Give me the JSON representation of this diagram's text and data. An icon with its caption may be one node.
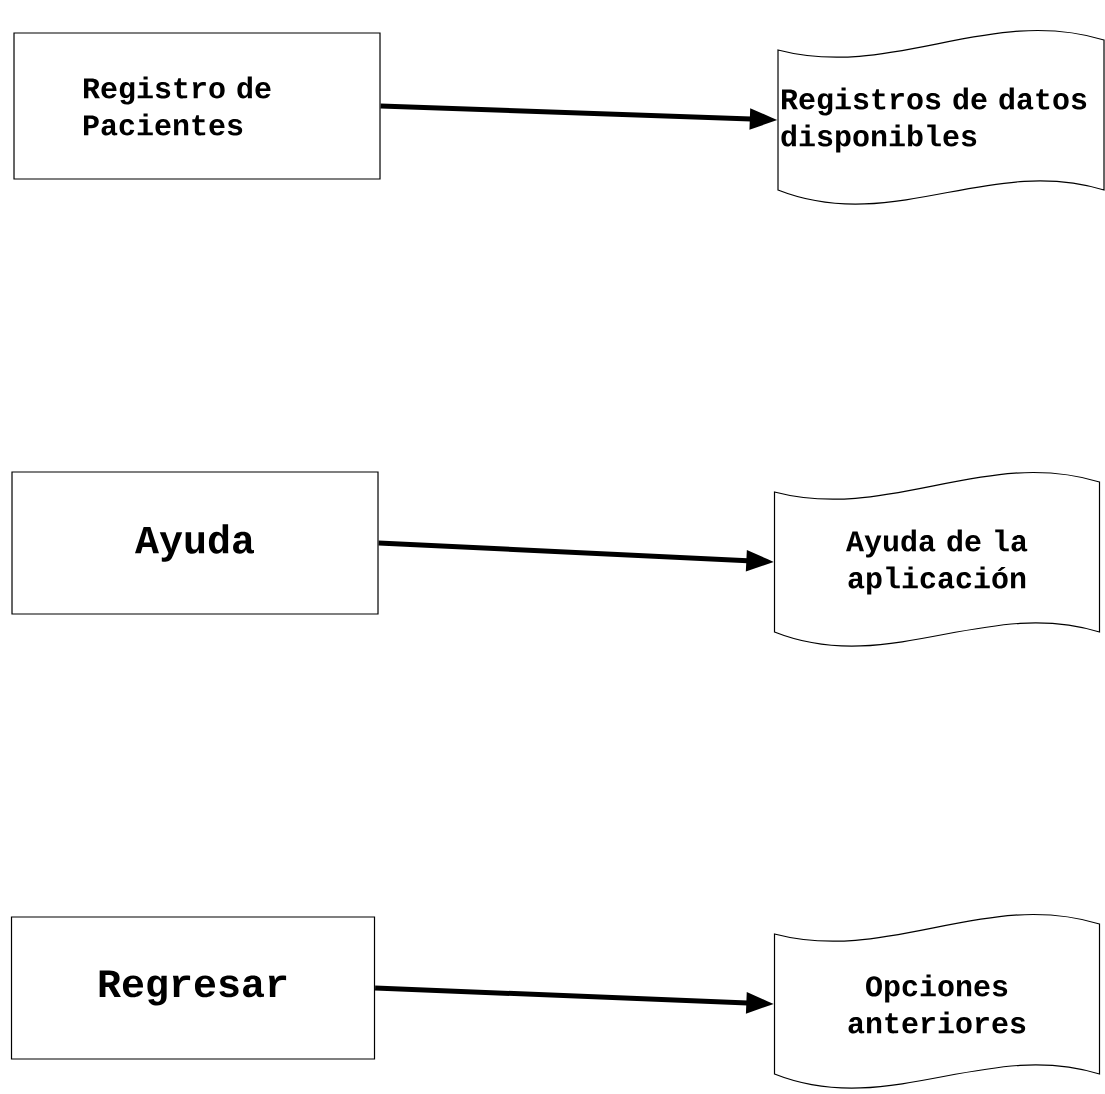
{
  "diagram": {
    "nodes": [
      {
        "text": [
          "Registro de Pacientes"
        ]
      },
      {
        "text": [
          "Registros de datos disponibles"
        ]
      },
      {
        "text": [
          "Ayuda"
        ]
      },
      {
        "text": [
          "Ayuda de la aplicación"
        ]
      },
      {
        "text": [
          "Regresar"
        ]
      },
      {
        "text": [
          "Opciones anteriores"
        ]
      }
    ],
    "edges": [
      {
        "from": 0,
        "to": 1,
        "arrow": "to"
      },
      {
        "from": 2,
        "to": 3,
        "arrow": "to"
      },
      {
        "from": 4,
        "to": 5,
        "arrow": "to"
      }
    ]
  }
}
